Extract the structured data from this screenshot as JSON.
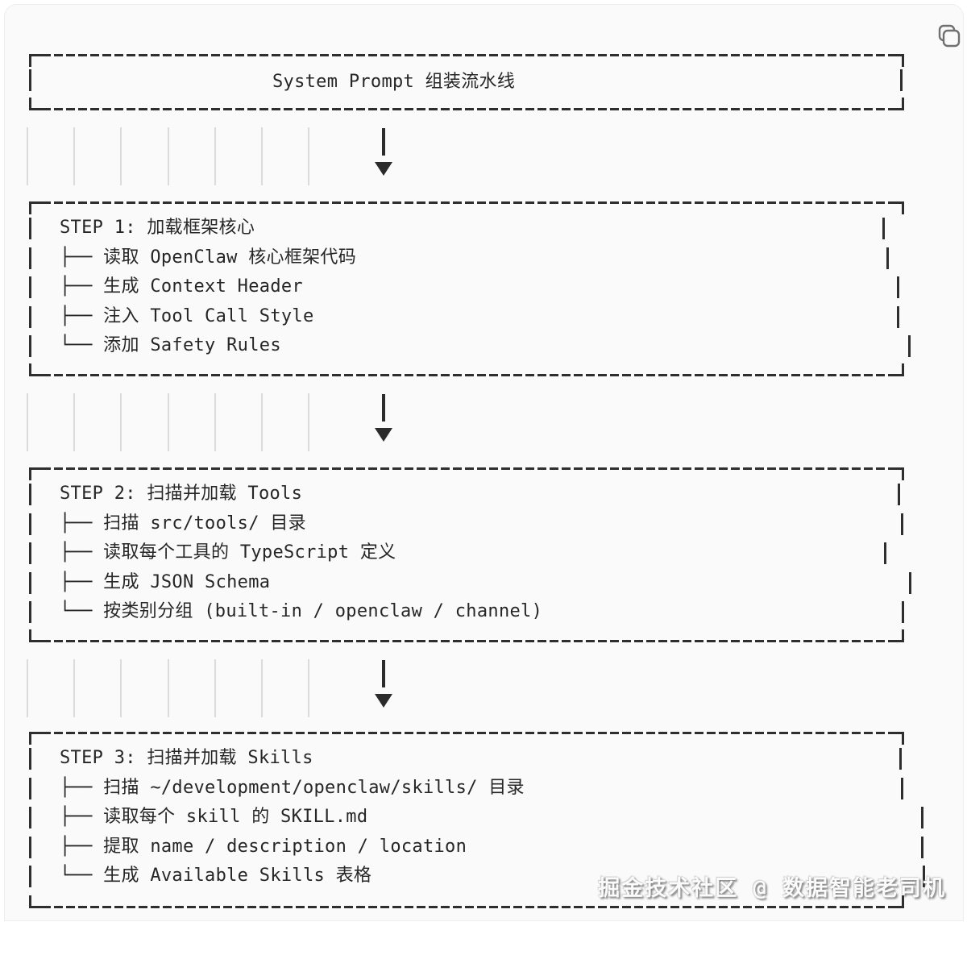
{
  "title_box": {
    "title": "System Prompt 组装流水线"
  },
  "toolbar": {
    "copy_icon": "copy-icon"
  },
  "steps": [
    {
      "lines": [
        "STEP 1: 加载框架核心",
        "├── 读取 OpenClaw 核心框架代码",
        "├── 生成 Context Header",
        "├── 注入 Tool Call Style",
        "└── 添加 Safety Rules"
      ]
    },
    {
      "lines": [
        "STEP 2: 扫描并加载 Tools",
        "├── 扫描 src/tools/ 目录",
        "├── 读取每个工具的 TypeScript 定义",
        "├── 生成 JSON Schema",
        "└── 按类别分组 (built-in / openclaw / channel)"
      ]
    },
    {
      "lines": [
        "STEP 3: 扫描并加载 Skills",
        "├── 扫描 ~/development/openclaw/skills/ 目录",
        "├── 读取每个 skill 的 SKILL.md",
        "├── 提取 name / description / location",
        "└── 生成 Available Skills 表格"
      ]
    }
  ],
  "connector": {
    "arrow_glyph": "▼"
  },
  "watermark": "掘金技术社区 @ 数据智能老司机",
  "colors": {
    "background": "#fafafa",
    "line": "#2e2e2e",
    "text": "#262626",
    "indent_guide": "#dbdbdb",
    "copy_icon": "#707070",
    "watermark_fill": "#fbfbfb",
    "watermark_shadow": "#6e6e6e"
  }
}
